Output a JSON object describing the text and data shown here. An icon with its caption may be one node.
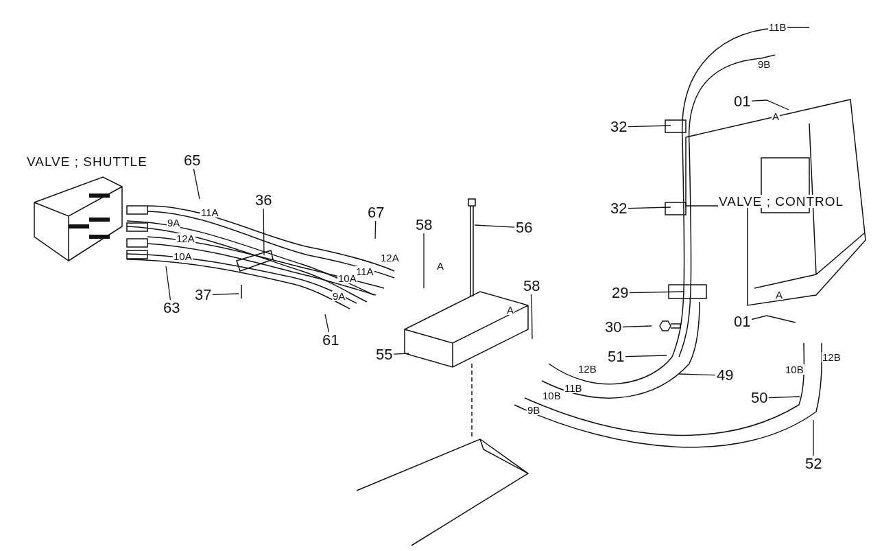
{
  "diagram": {
    "nodes": [
      {
        "text": [
          "65"
        ]
      },
      {
        "text": [
          "36"
        ]
      },
      {
        "text": [
          "67"
        ]
      },
      {
        "text": [
          "58"
        ]
      },
      {
        "text": [
          "56"
        ]
      },
      {
        "text": [
          "58"
        ]
      },
      {
        "text": [
          "63"
        ]
      },
      {
        "text": [
          "37"
        ]
      },
      {
        "text": [
          "61"
        ]
      },
      {
        "text": [
          "55"
        ]
      },
      {
        "text": [
          "32"
        ]
      },
      {
        "text": [
          "32"
        ]
      },
      {
        "text": [
          "29"
        ]
      },
      {
        "text": [
          "30"
        ]
      },
      {
        "text": [
          "51"
        ]
      },
      {
        "text": [
          "49"
        ]
      },
      {
        "text": [
          "50"
        ]
      },
      {
        "text": [
          "52"
        ]
      },
      {
        "text": [
          "01"
        ]
      },
      {
        "text": [
          "01"
        ]
      }
    ],
    "edges": [
      {
        "from": 0,
        "to": null,
        "arrow": "none"
      },
      {
        "from": 1,
        "to": null,
        "arrow": "none"
      },
      {
        "from": 2,
        "to": null,
        "arrow": "none"
      },
      {
        "from": 3,
        "to": null,
        "arrow": "none"
      },
      {
        "from": 4,
        "to": null,
        "arrow": "none"
      },
      {
        "from": 5,
        "to": null,
        "arrow": "none"
      },
      {
        "from": 6,
        "to": null,
        "arrow": "none"
      },
      {
        "from": 7,
        "to": null,
        "arrow": "none"
      },
      {
        "from": 8,
        "to": null,
        "arrow": "none"
      },
      {
        "from": 9,
        "to": null,
        "arrow": "none"
      },
      {
        "from": 10,
        "to": null,
        "arrow": "none"
      },
      {
        "from": 11,
        "to": null,
        "arrow": "none"
      },
      {
        "from": 12,
        "to": null,
        "arrow": "none"
      },
      {
        "from": 13,
        "to": null,
        "arrow": "none"
      },
      {
        "from": 14,
        "to": null,
        "arrow": "none"
      },
      {
        "from": 15,
        "to": null,
        "arrow": "none"
      },
      {
        "from": 16,
        "to": null,
        "arrow": "none"
      },
      {
        "from": 17,
        "to": null,
        "arrow": "none"
      },
      {
        "from": 18,
        "to": null,
        "arrow": "none"
      },
      {
        "from": 19,
        "to": null,
        "arrow": "none"
      }
    ],
    "labels": [
      "VALVE ; SHUTTLE",
      "VALVE ; CONTROL",
      "11B",
      "9B",
      "A",
      "11A",
      "9A",
      "12A",
      "10A",
      "12A",
      "11A",
      "10A",
      "9A",
      "A",
      "A",
      "A",
      "12B",
      "11B",
      "10B",
      "9B",
      "10B",
      "12B"
    ]
  }
}
